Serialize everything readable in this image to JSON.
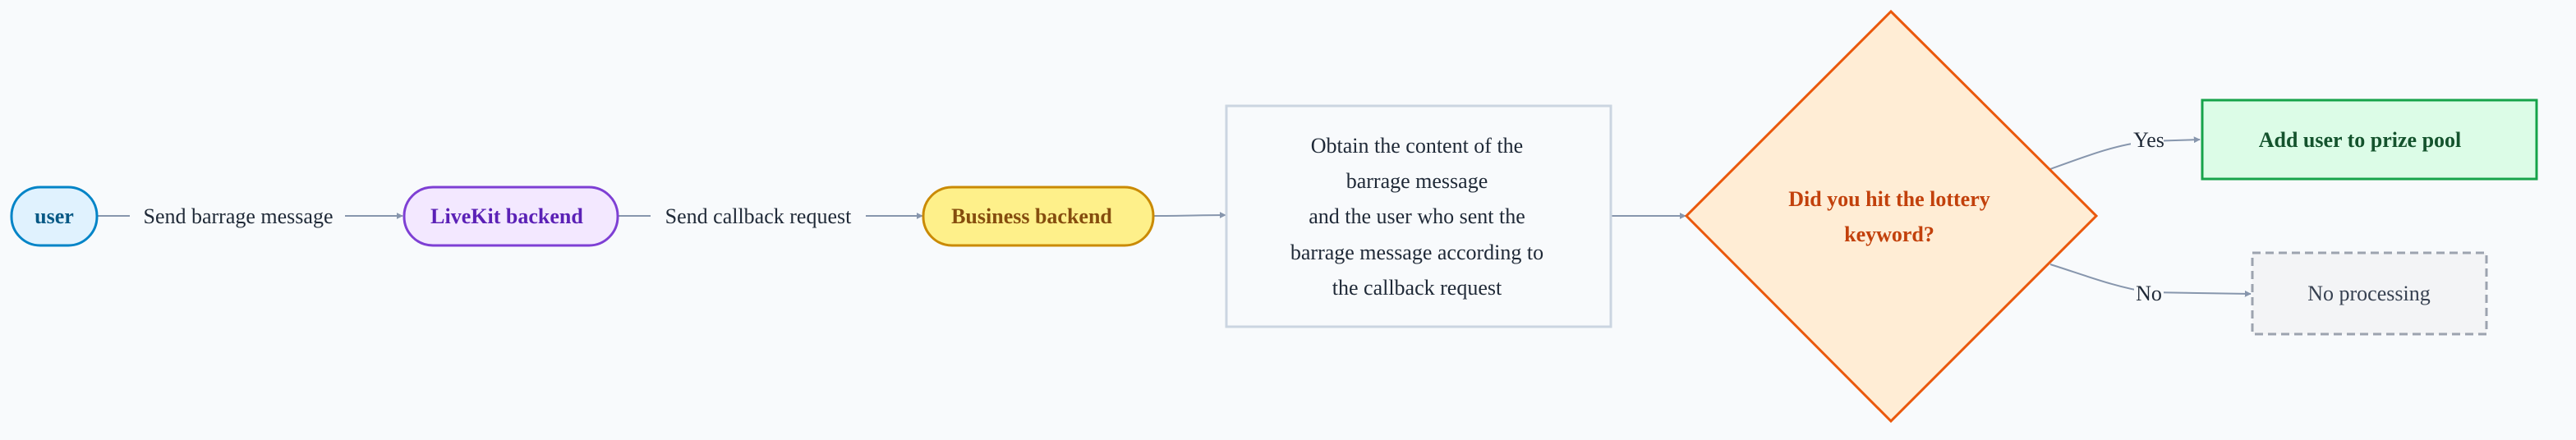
{
  "diagram": {
    "nodes": {
      "user": {
        "label": "user",
        "fill": "#e0f2fe",
        "stroke": "#0284c7",
        "text": "#075985"
      },
      "livekit": {
        "label": "LiveKit backend",
        "fill": "#f3e8ff",
        "stroke": "#7e3fd4",
        "text": "#5b21b6"
      },
      "business": {
        "label": "Business backend",
        "fill": "#fef08a",
        "stroke": "#ca8a04",
        "text": "#854d0e"
      },
      "obtain": {
        "lines": [
          "Obtain the content of the",
          "barrage message",
          "and the user who sent the",
          "barrage message according to",
          "the callback request"
        ],
        "fill": "#f8fafc",
        "stroke": "#cbd5e1",
        "text": "#1f2937"
      },
      "decision": {
        "lines": [
          "Did you hit the lottery",
          "keyword?"
        ],
        "fill": "#ffedd5",
        "stroke": "#ea580c",
        "text": "#c2410c"
      },
      "prize": {
        "label": "Add user to prize pool",
        "fill": "#dcfce7",
        "stroke": "#16a34a",
        "text": "#14532d"
      },
      "noproc": {
        "label": "No processing",
        "fill": "#f3f4f6",
        "stroke": "#9ca3af",
        "text": "#374151"
      }
    },
    "edges": {
      "send_barrage": "Send barrage message",
      "send_callback": "Send callback request",
      "yes": "Yes",
      "no": "No"
    },
    "edge_color": "#8796ad"
  }
}
